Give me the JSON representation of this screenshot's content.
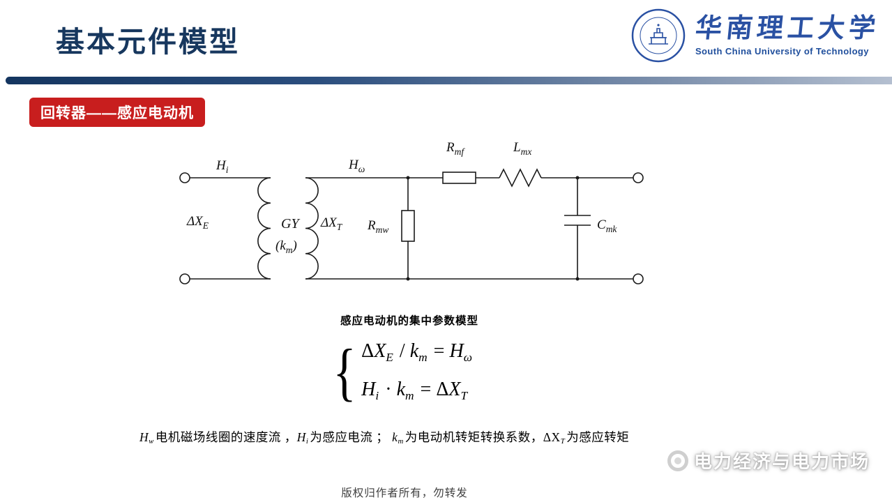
{
  "slide": {
    "title": "基本元件模型",
    "badge": "回转器——感应电动机",
    "caption": "感应电动机的集中参数模型",
    "copyright": "版权归作者所有，勿转发",
    "watermark": "电力经济与电力市场"
  },
  "logo": {
    "cn": "华南理工大学",
    "en": "South China University of Technology"
  },
  "colors": {
    "title_navy": "#17375e",
    "badge_red": "#c81e1e",
    "logo_blue": "#2a51a3"
  },
  "circuit": {
    "hi": {
      "base": "H",
      "sub": "i"
    },
    "dxe": {
      "base": "ΔX",
      "sub": "E"
    },
    "gy": "GY",
    "km": {
      "pre": "(",
      "base": "k",
      "sub": "m",
      "post": ")"
    },
    "dxt": {
      "base": "ΔX",
      "sub": "T"
    },
    "hw": {
      "base": "H",
      "sub": "ω"
    },
    "rmw": {
      "base": "R",
      "sub": "mw"
    },
    "rmf": {
      "base": "R",
      "sub": "mf"
    },
    "lmx": {
      "base": "L",
      "sub": "mx"
    },
    "cmk": {
      "base": "C",
      "sub": "mk"
    }
  },
  "equations": {
    "brace": "{",
    "eq1": {
      "d": "Δ",
      "x": "X",
      "xs": "E",
      "op": " / ",
      "k": "k",
      "ks": "m",
      "eq": " = ",
      "h": "H",
      "hs": "ω"
    },
    "eq2": {
      "h": "H",
      "hs": "i",
      "op": " · ",
      "k": "k",
      "ks": "m",
      "eq": " = ",
      "d": "Δ",
      "x": "X",
      "xs": "T"
    }
  },
  "footnote": {
    "a": "H",
    "a_sub": "w",
    "b": "电机磁场线圈的速度流 ，",
    "c": "H",
    "c_sub": "i",
    "d": "为感应电流 ； ",
    "e": "k",
    "e_sub": "m",
    "f": "为电动机转矩转换系数，",
    "g": "ΔX",
    "g_sub": "T",
    "h": "为感应转矩"
  }
}
